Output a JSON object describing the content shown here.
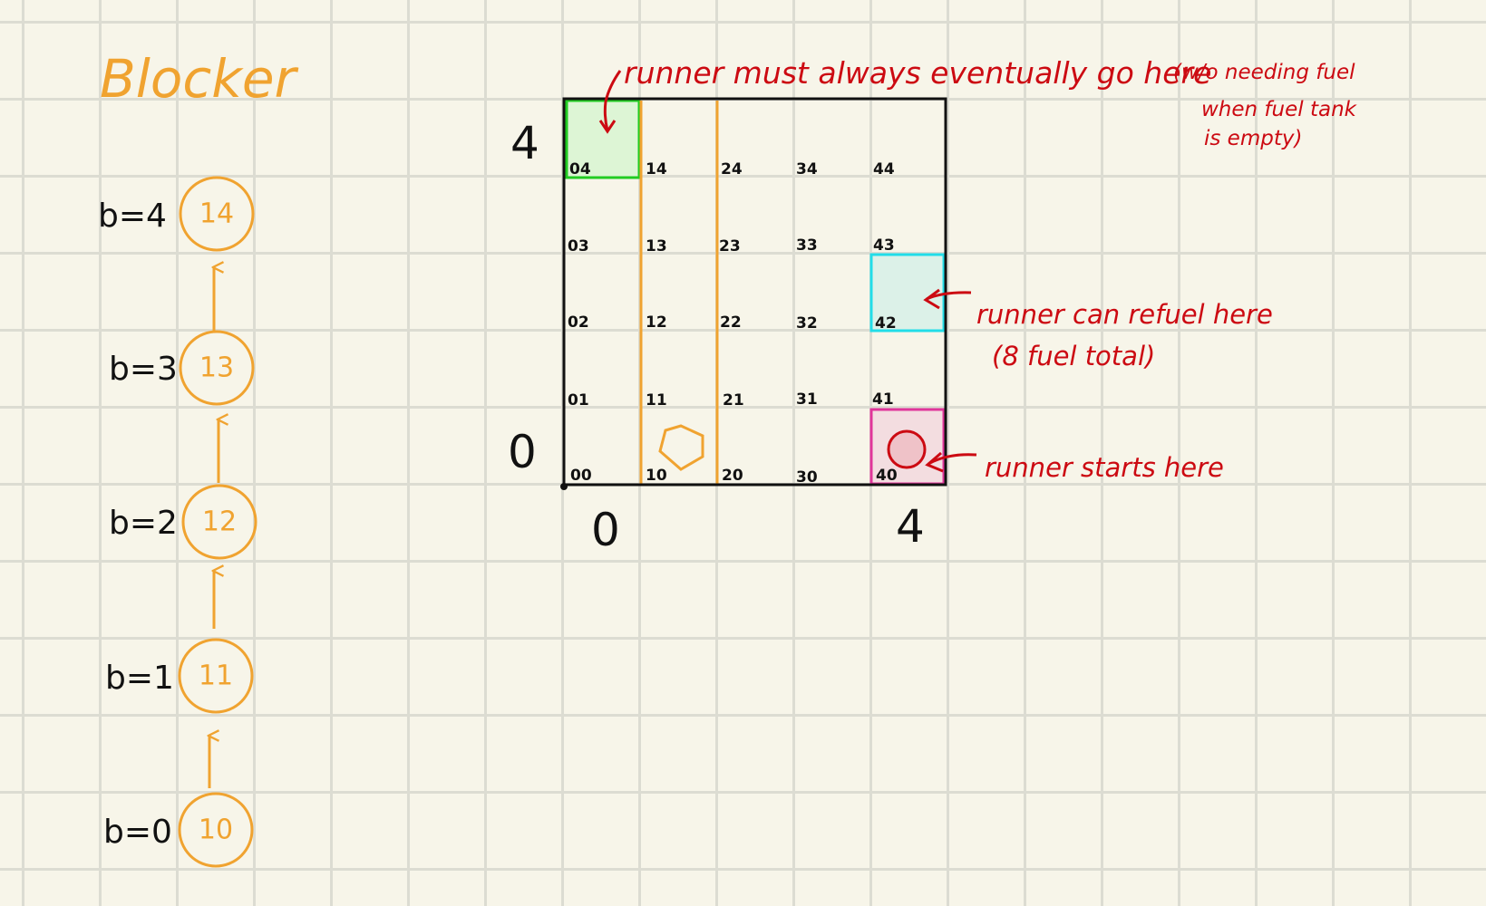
{
  "blocker": {
    "title": "Blocker",
    "nodes": [
      {
        "b_label": "b=4",
        "state": "14"
      },
      {
        "b_label": "b=3",
        "state": "13"
      },
      {
        "b_label": "b=2",
        "state": "12"
      },
      {
        "b_label": "b=1",
        "state": "11"
      },
      {
        "b_label": "b=0",
        "state": "10"
      }
    ],
    "color": "#f0a330"
  },
  "grid": {
    "y_axis_top": "4",
    "y_axis_bottom": "0",
    "x_axis_left": "0",
    "x_axis_right": "4",
    "rows": [
      [
        "04",
        "14",
        "24",
        "34",
        "44"
      ],
      [
        "03",
        "13",
        "23",
        "33",
        "43"
      ],
      [
        "02",
        "12",
        "22",
        "32",
        "42"
      ],
      [
        "01",
        "11",
        "21",
        "31",
        "41"
      ],
      [
        "00",
        "10",
        "20",
        "30",
        "40"
      ]
    ],
    "goal_cell": "04",
    "refuel_cell": "42",
    "start_cell": "40",
    "blocker_position": "10",
    "colors": {
      "goal": "#22cc22",
      "refuel": "#22dde8",
      "start": "#e0359a",
      "blocker_lane": "#f0a330",
      "annotation": "#cc0a12"
    }
  },
  "annotations": {
    "goal_line1": "runner must always eventually go here",
    "goal_line2": "(w/o needing fuel",
    "goal_line3": "when fuel tank",
    "goal_line4": "is empty)",
    "refuel_line1": "runner can refuel here",
    "refuel_line2": "(8 fuel total)",
    "start_line1": "runner starts here"
  }
}
